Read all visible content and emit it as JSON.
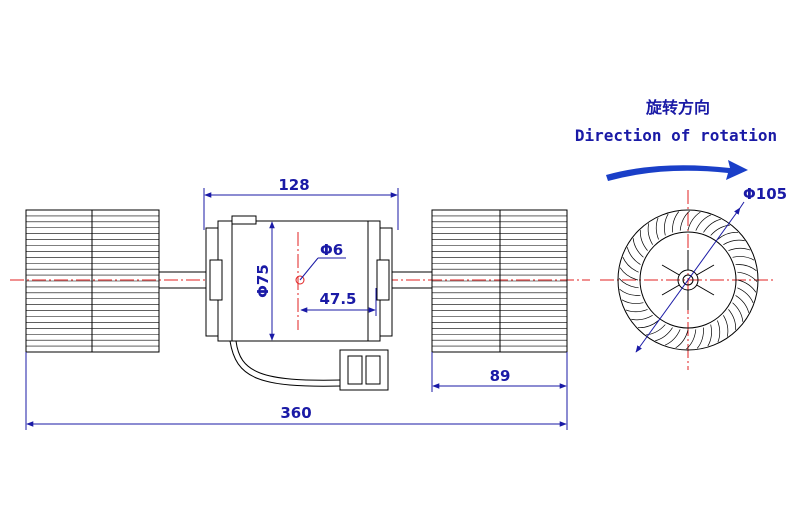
{
  "header": {
    "title_cn": "旋转方向",
    "title_en": "Direction of rotation"
  },
  "dimensions": {
    "motor_length": "128",
    "motor_diameter": "Φ75",
    "shaft_diameter": "Φ6",
    "shaft_offset": "47.5",
    "wheel_width": "89",
    "total_length": "360",
    "wheel_diameter": "Φ105"
  },
  "colors": {
    "dimension": "#1a1aa6",
    "centerline": "#e02020",
    "arrow": "#1a3fc8",
    "outline": "#000000"
  },
  "icons": {
    "rotation_arrow": "curved-arrow-right-icon"
  }
}
